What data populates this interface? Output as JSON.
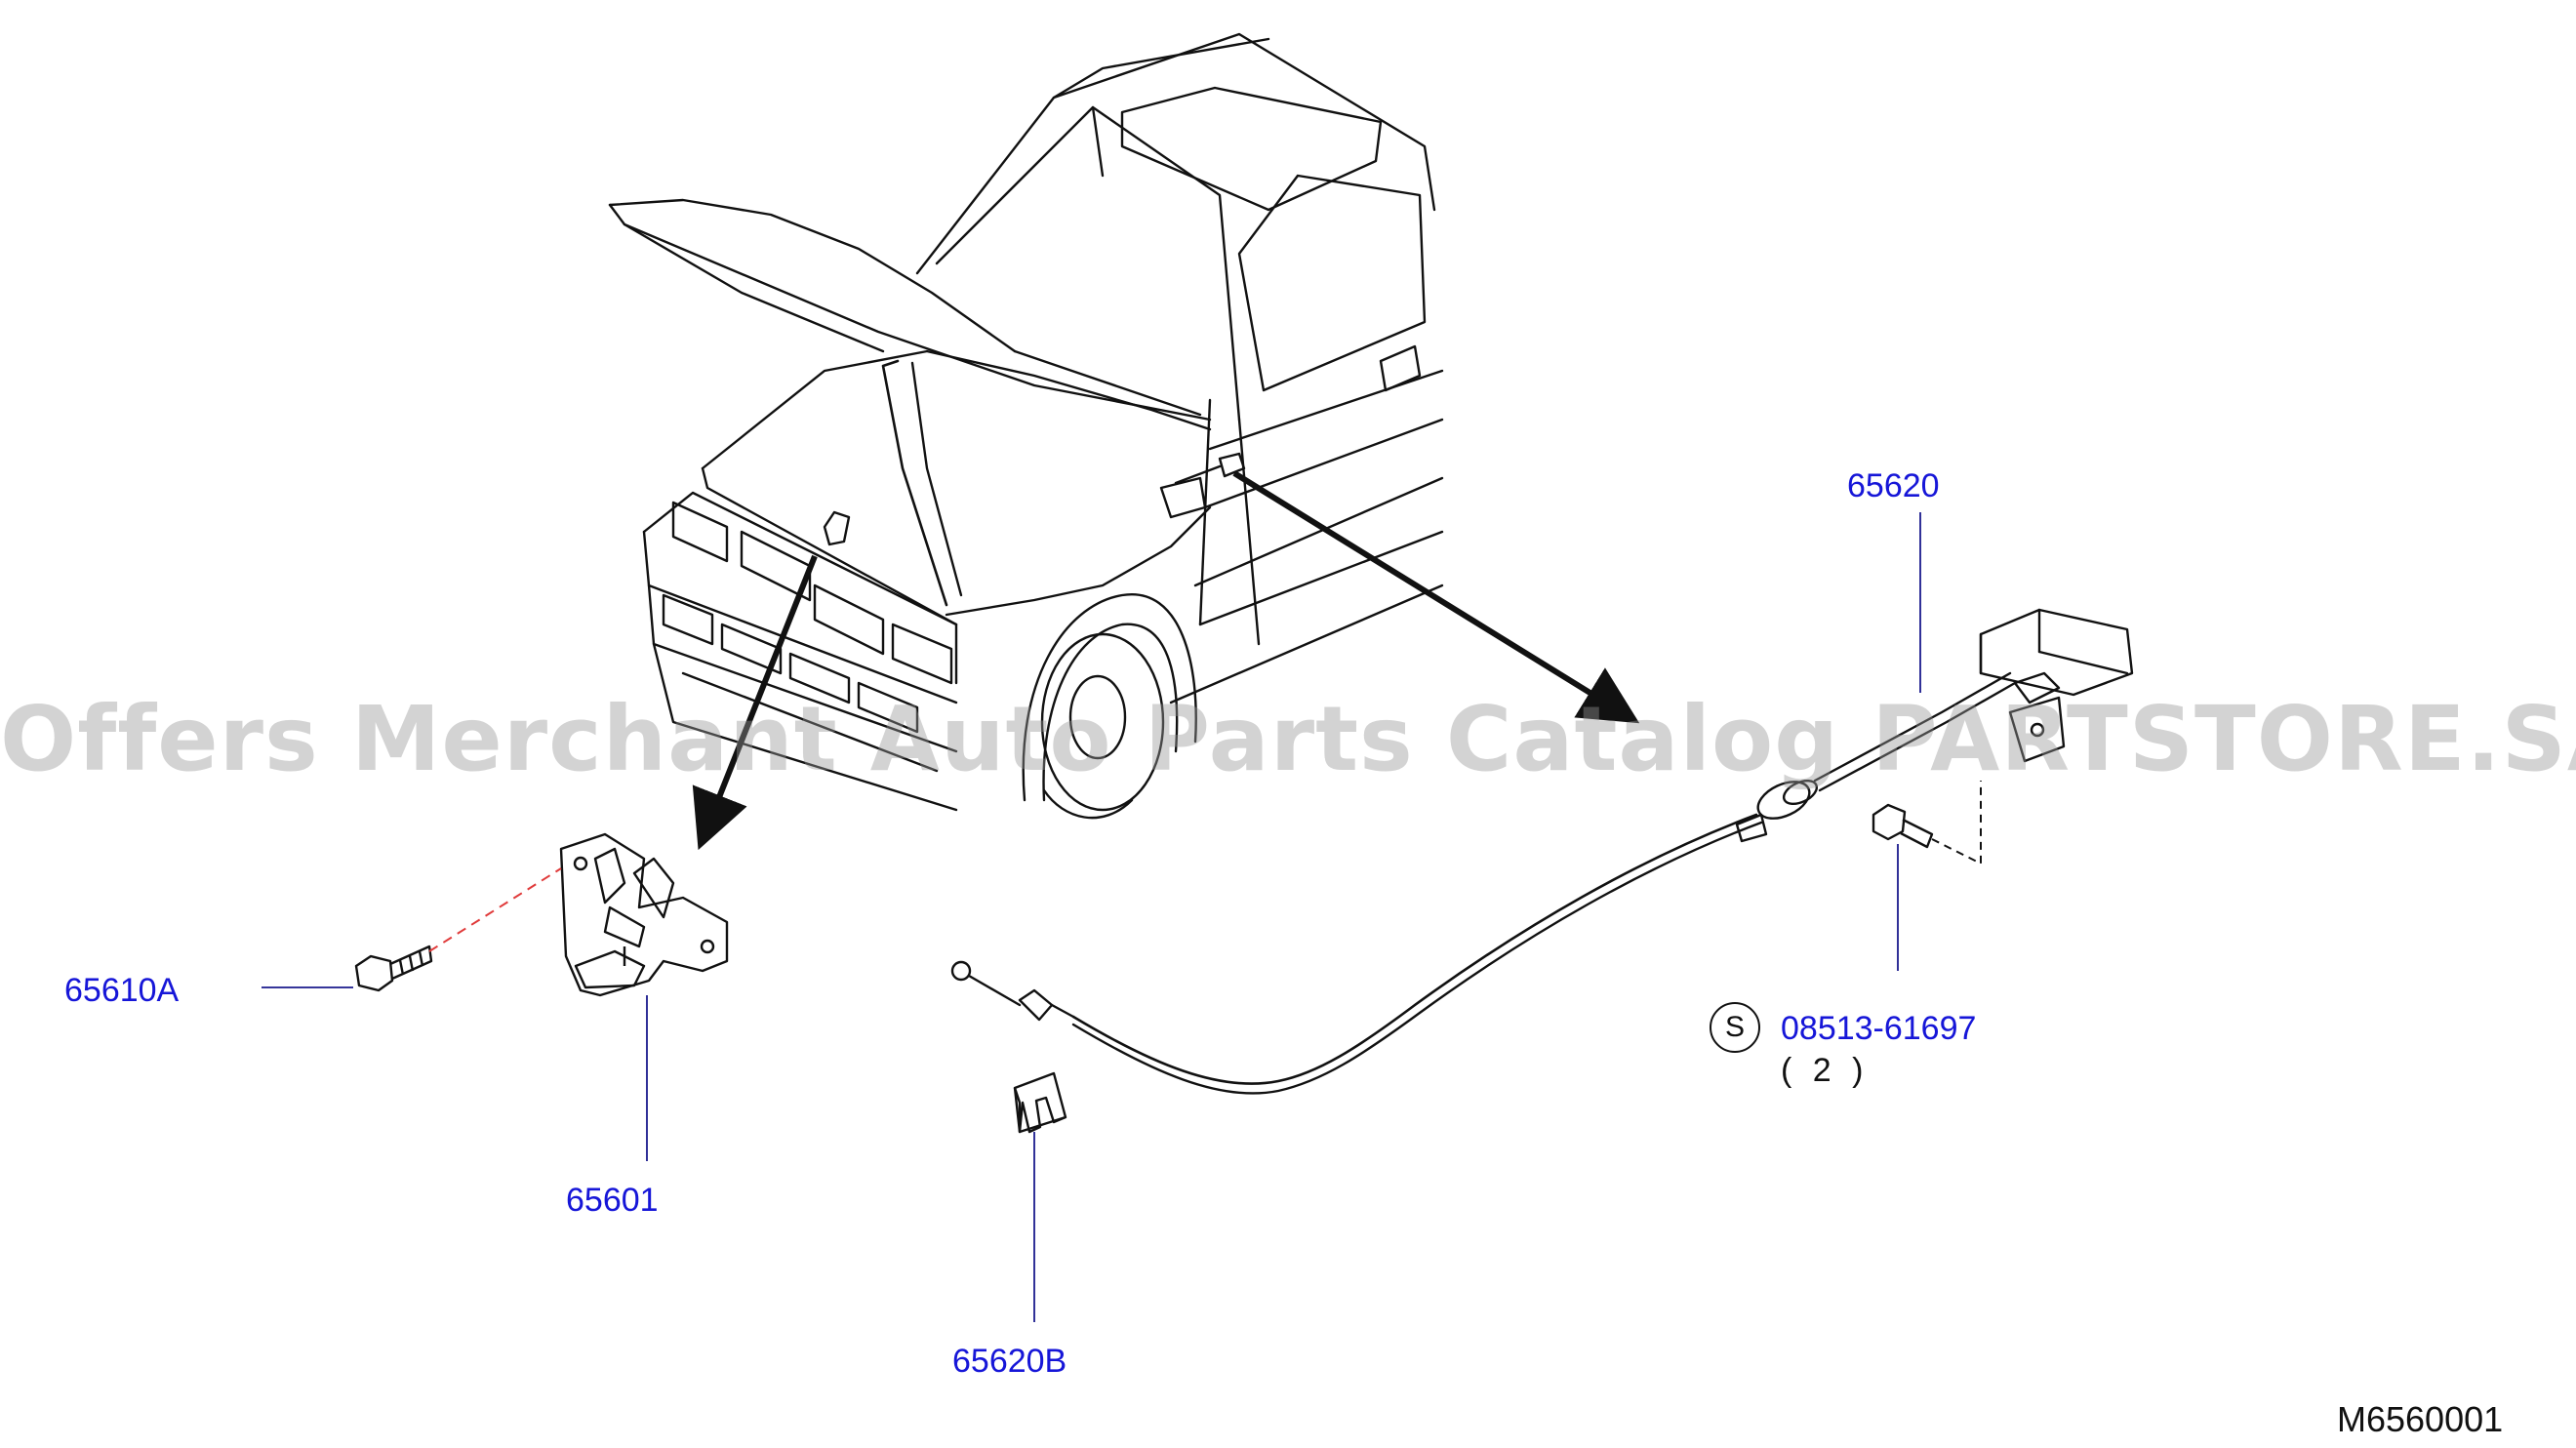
{
  "watermark": "Offers Merchant Auto Parts Catalog PARTSTORE.SA",
  "diagram_code": "M6560001",
  "parts": {
    "p65620": "65620",
    "p65610A": "65610A",
    "p65601": "65601",
    "p65620B": "65620B",
    "p08513": "08513-61697",
    "p08513_qty": "( 2 )",
    "p08513_badge": "S"
  },
  "colors": {
    "callout": "#1616d8",
    "line": "#111111",
    "leader": "#1a1a8c",
    "dashed_guide": "#e03a3a"
  }
}
